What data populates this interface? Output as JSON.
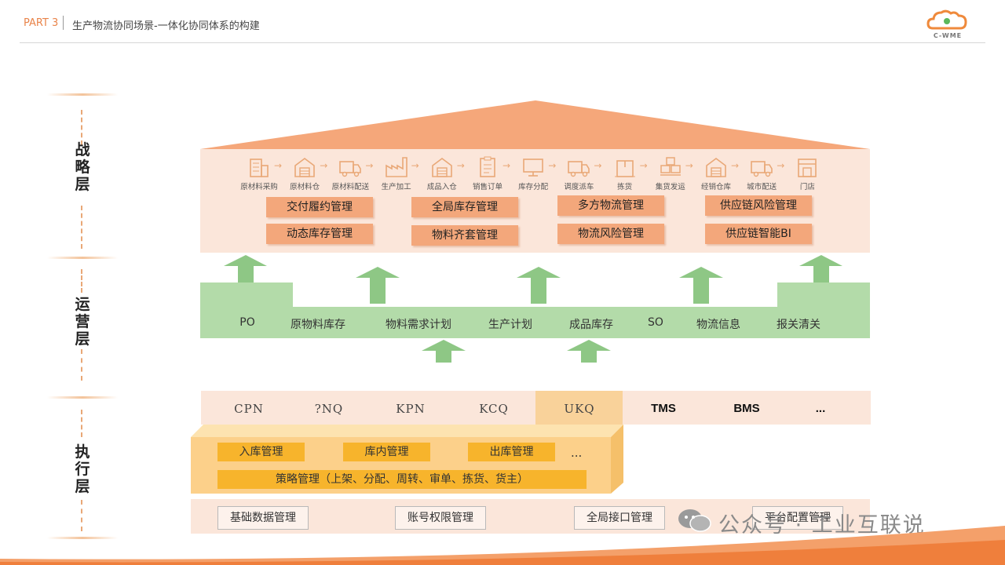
{
  "header": {
    "part": "PART 3",
    "title": "生产物流协同场景-一体化协同体系的构建",
    "logo_text": "C-WME"
  },
  "layers": {
    "strategy": [
      "战",
      "略",
      "层"
    ],
    "operations": [
      "运",
      "营",
      "层"
    ],
    "execution": [
      "执",
      "行",
      "层"
    ]
  },
  "process_flow": [
    {
      "label": "原材料采购",
      "icon": "building-icon"
    },
    {
      "label": "原材料仓",
      "icon": "warehouse-icon"
    },
    {
      "label": "原材料配送",
      "icon": "truck-icon"
    },
    {
      "label": "生产加工",
      "icon": "factory-icon"
    },
    {
      "label": "成品入仓",
      "icon": "warehouse-icon"
    },
    {
      "label": "销售订单",
      "icon": "clipboard-icon"
    },
    {
      "label": "库存分配",
      "icon": "monitor-icon"
    },
    {
      "label": "调度派车",
      "icon": "truck-icon"
    },
    {
      "label": "拣货",
      "icon": "box-icon"
    },
    {
      "label": "集货发运",
      "icon": "boxes-icon"
    },
    {
      "label": "经销仓库",
      "icon": "warehouse-icon"
    },
    {
      "label": "城市配送",
      "icon": "truck-icon"
    },
    {
      "label": "门店",
      "icon": "store-icon"
    }
  ],
  "strategy_modules": [
    "交付履约管理",
    "全局库存管理",
    "多方物流管理",
    "供应链风险管理",
    "动态库存管理",
    "物料齐套管理",
    "物流风险管理",
    "供应链智能BI"
  ],
  "operations_items": [
    "PO",
    "原物料库存",
    "物料需求计划",
    "生产计划",
    "成品库存",
    "SO",
    "物流信息",
    "报关清关"
  ],
  "execution_systems": [
    "CPN",
    "?NQ",
    "KPN",
    "KCQ",
    "UKQ",
    "TMS",
    "BMS",
    "..."
  ],
  "wms_modules": [
    "入库管理",
    "库内管理",
    "出库管理",
    "..."
  ],
  "wms_strategy": "策略管理（上架、分配、周转、审单、拣货、货主）",
  "base_modules": [
    "基础数据管理",
    "账号权限管理",
    "全局接口管理",
    "平台配置管理"
  ],
  "watermark": "公众号 · 工业互联说",
  "colors": {
    "accent": "#e9844a",
    "strategy_panel": "#fbe6da",
    "strategy_button": "#f3a77b",
    "green": "#a9d6a0",
    "wms_yellow": "#f7b42c"
  }
}
